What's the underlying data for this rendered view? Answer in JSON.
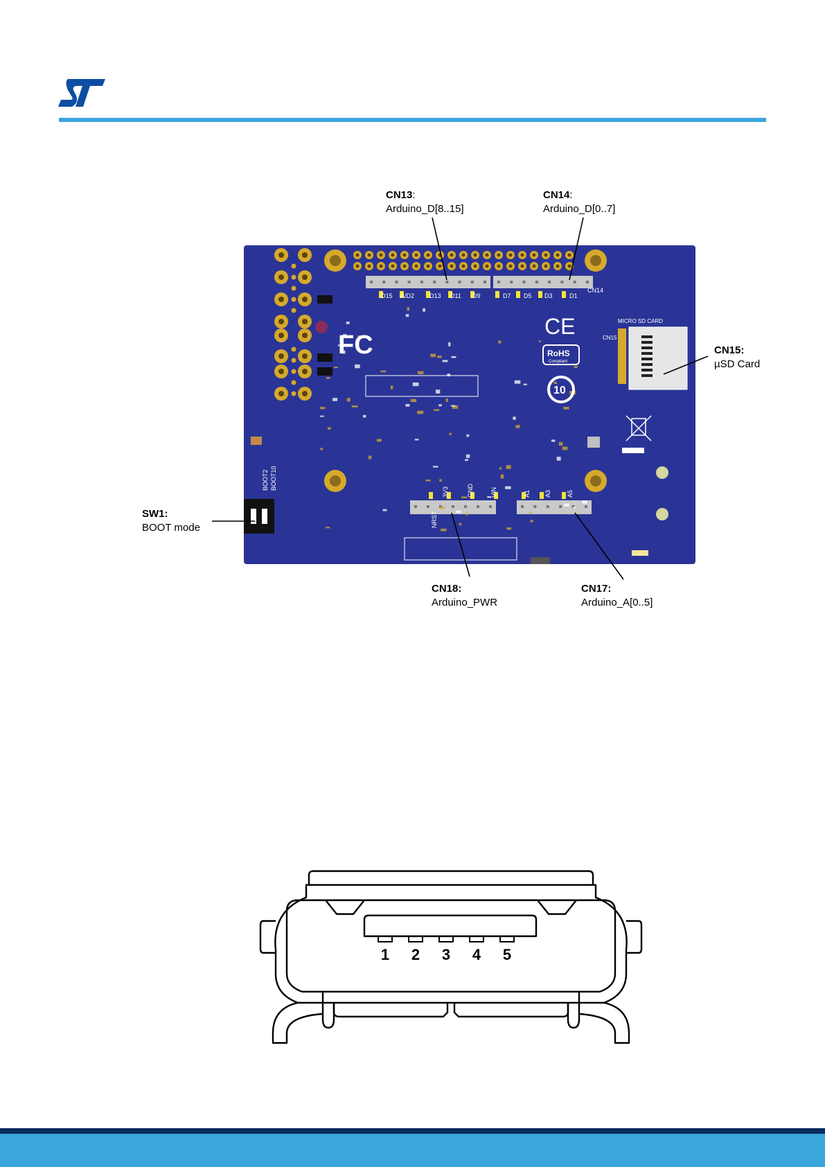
{
  "header": {
    "logo": "st-logo"
  },
  "board_figure": {
    "callouts": [
      {
        "id": "CN13",
        "name": "CN13",
        "sep": ":",
        "desc": "Arduino_D[8..15]"
      },
      {
        "id": "CN14",
        "name": "CN14",
        "sep": ":",
        "desc": "Arduino_D[0..7]"
      },
      {
        "id": "CN15",
        "name": "CN15:",
        "sep": "",
        "desc": "µSD Card"
      },
      {
        "id": "SW1",
        "name": "SW1:",
        "sep": "",
        "desc": "BOOT mode"
      },
      {
        "id": "CN18",
        "name": "CN18:",
        "sep": "",
        "desc": "Arduino_PWR"
      },
      {
        "id": "CN17",
        "name": "CN17:",
        "sep": "",
        "desc": "Arduino_A[0..5]"
      }
    ],
    "silkscreen": {
      "cn13_pins": [
        "D15",
        "A/D2",
        "D13",
        "D11",
        "D9"
      ],
      "cn14_pins": [
        "D7",
        "D5",
        "D3",
        "D1"
      ],
      "cn14_label": "CN14",
      "sd_label": "MICRO SD CARD",
      "cn15_label": "CN15",
      "cn18_pins": [
        "NRST",
        "3V3",
        "GND",
        "VIN"
      ],
      "cn17_pins": [
        "A1",
        "A3",
        "A5"
      ],
      "boot_labels": [
        "BOOT2",
        "BOOT10"
      ],
      "rohs": "RoHS",
      "rohs_sub": "Compliant",
      "fc": "FC",
      "ce": "CE",
      "cycle": "10"
    },
    "colors": {
      "pcb": "#2a3496",
      "gold": "#d6a92b",
      "header": "#c9c9c9"
    }
  },
  "usb_figure": {
    "pins": [
      "1",
      "2",
      "3",
      "4",
      "5"
    ]
  },
  "footer": {
    "colors": {
      "dark": "#0a2b5e",
      "light": "#3aa6dc"
    }
  }
}
